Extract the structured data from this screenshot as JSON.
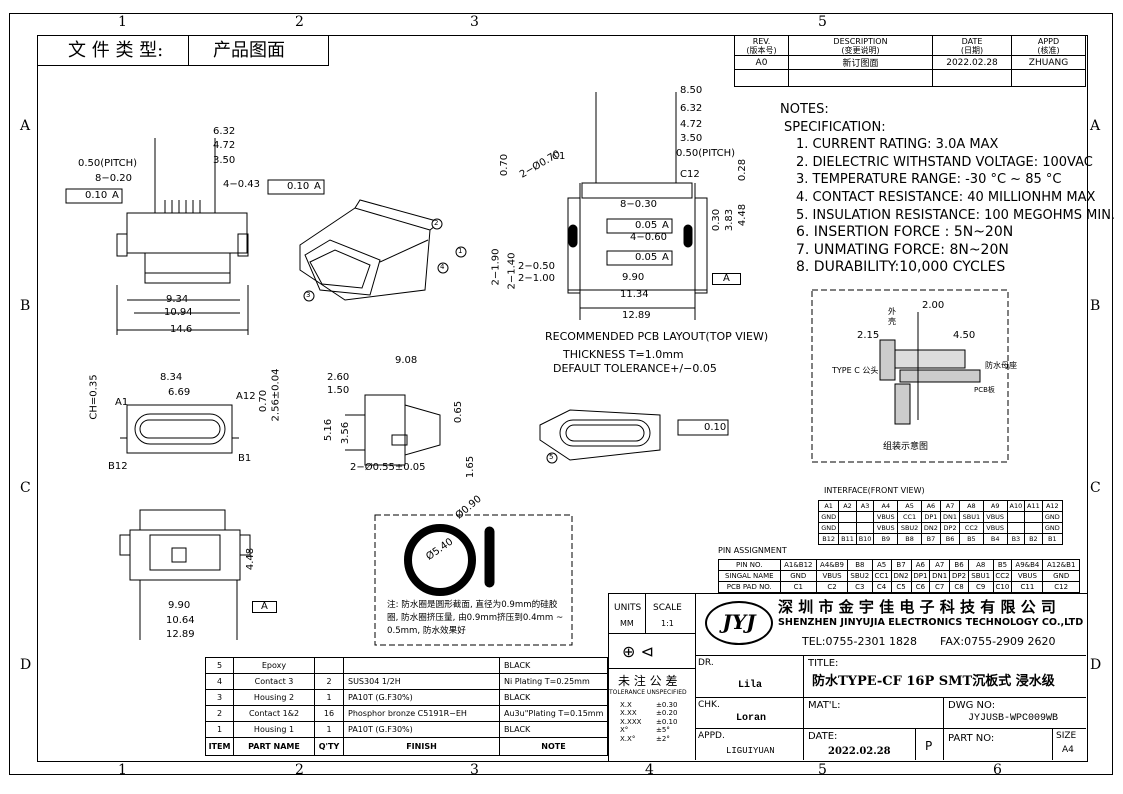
{
  "doc_type": {
    "label": "文 件 类 型:",
    "value": "产品图面"
  },
  "zones": {
    "cols": [
      "1",
      "2",
      "3",
      "4",
      "5",
      "6"
    ],
    "rows": [
      "A",
      "B",
      "C",
      "D"
    ]
  },
  "revision": {
    "headers": [
      "REV.\n(版本号)",
      "DESCRIPTION\n(变更说明)",
      "DATE\n(日期)",
      "APPD\n(核准)"
    ],
    "rows": [
      [
        "A0",
        "新订图面",
        "2022.02.28",
        "ZHUANG"
      ]
    ]
  },
  "notes": [
    "NOTES:",
    "SPECIFICATION:",
    "1. CURRENT RATING: 3.0A MAX",
    "2. DIELECTRIC WITHSTAND VOLTAGE: 100VAC",
    "3. TEMPERATURE RANGE: -30 °C ~ 85 °C",
    "4. CONTACT RESISTANCE: 40 MILLIONHM MAX",
    "5. INSULATION RESISTANCE: 100 MEGOHMS MIN.",
    "6. INSERTION FORCE : 5N~20N",
    "7. UNMATING FORCE: 8N~20N",
    "8. DURABILITY:10,000 CYCLES"
  ],
  "dims": {
    "top_left": [
      "6.32",
      "4.72",
      "3.50",
      "0.50(PITCH)",
      "8−0.20",
      "4−0.43",
      "0.10",
      "A",
      "0.10",
      "A",
      "9.34",
      "10.94",
      "14.6"
    ],
    "pcb": [
      "8.50",
      "6.32",
      "4.72",
      "3.50",
      "0.50(PITCH)",
      "C1",
      "C12",
      "2−Ø0.70",
      "0.70",
      "0.28",
      "8−0.30",
      "0.05",
      "A",
      "4−0.60",
      "0.05",
      "A",
      "0.30",
      "3.83",
      "4.48",
      "2−1.90",
      "2−1.40",
      "2−0.50",
      "2−1.00",
      "9.90",
      "11.34",
      "12.89",
      "A"
    ],
    "front": [
      "8.34",
      "6.69",
      "A1",
      "A12",
      "B12",
      "B1",
      "CH=0.35",
      "0.70",
      "2.56±0.04"
    ],
    "side": [
      "9.08",
      "2.60",
      "1.50",
      "0.65",
      "5.16",
      "3.56",
      "2−Ø0.55±0.05",
      "1.65"
    ],
    "bottom": [
      "4.48",
      "9.90",
      "10.64",
      "12.89",
      "A"
    ],
    "oring": [
      "Ø0.90",
      "Ø5.40"
    ],
    "flat": [
      "0.10"
    ]
  },
  "balloons": [
    "1",
    "2",
    "3",
    "4",
    "5"
  ],
  "pcb_title": "RECOMMENDED PCB LAYOUT(TOP VIEW)",
  "pcb_thickness": "THICKNESS T=1.0mm",
  "pcb_tolerance": "DEFAULT TOLERANCE+/−0.05",
  "oring_note": "注: 防水圈是圆形截面, 直径为0.9mm的硅胶圈, 防水圈挤压量, 由0.9mm挤压到0.4mm ~ 0.5mm, 防水效果好",
  "assembly": {
    "dims": [
      "2.00",
      "2.15",
      "4.50"
    ],
    "shell": "外\n壳",
    "type_c": "TYPE C 公头",
    "seat": "防水母座",
    "pcb": "PCB板",
    "caption": "组装示意图"
  },
  "interface": {
    "title": "INTERFACE(FRONT VIEW)",
    "rows": [
      [
        "A1",
        "A2",
        "A3",
        "A4",
        "A5",
        "A6",
        "A7",
        "A8",
        "A9",
        "A10",
        "A11",
        "A12"
      ],
      [
        "GND",
        "",
        "",
        "VBUS",
        "CC1",
        "DP1",
        "DN1",
        "SBU1",
        "VBUS",
        "",
        "",
        "GND"
      ],
      [
        "GND",
        "",
        "",
        "VBUS",
        "SBU2",
        "DN2",
        "DP2",
        "CC2",
        "VBUS",
        "",
        "",
        "GND"
      ],
      [
        "B12",
        "B11",
        "B10",
        "B9",
        "B8",
        "B7",
        "B6",
        "B5",
        "B4",
        "B3",
        "B2",
        "B1"
      ]
    ]
  },
  "pin_assignment": {
    "title": "PIN ASSIGNMENT",
    "rows": [
      [
        "PIN NO.",
        "A1&B12",
        "A4&B9",
        "B8",
        "A5",
        "B7",
        "A6",
        "A7",
        "B6",
        "A8",
        "B5",
        "A9&B4",
        "A12&B1"
      ],
      [
        "SINGAL NAME",
        "GND",
        "VBUS",
        "SBU2",
        "CC1",
        "DN2",
        "DP1",
        "DN1",
        "DP2",
        "SBU1",
        "CC2",
        "VBUS",
        "GND"
      ],
      [
        "PCB PAD NO.",
        "C1",
        "C2",
        "C3",
        "C4",
        "C5",
        "C6",
        "C7",
        "C8",
        "C9",
        "C10",
        "C11",
        "C12"
      ]
    ]
  },
  "bom": {
    "headers": [
      "ITEM",
      "PART  NAME",
      "Q'TY",
      "FINISH",
      "NOTE"
    ],
    "rows": [
      [
        "5",
        "Epoxy",
        "",
        "",
        "BLACK"
      ],
      [
        "4",
        "Contact 3",
        "2",
        "SUS304 1/2H",
        "Ni  Plating  T=0.25mm"
      ],
      [
        "3",
        "Housing 2",
        "1",
        "PA10T (G.F30%)",
        "BLACK"
      ],
      [
        "2",
        "Contact 1&2",
        "16",
        "Phosphor bronze C5191R−EH",
        "Au3u\"Plating  T=0.15mm"
      ],
      [
        "1",
        "Housing 1",
        "1",
        "PA10T (G.F30%)",
        "BLACK"
      ]
    ]
  },
  "title_block": {
    "units_label": "UNITS",
    "units_value": "MM",
    "scale_label": "SCALE",
    "scale_value": "1:1",
    "company_cn": "深 圳 市 金 宇 佳 电 子 科 技 有 限 公 司",
    "company_en": "SHENZHEN JINYUJIA ELECTRONICS TECHNOLOGY CO.,LTD",
    "tel": "TEL:0755-2301 1828",
    "fax": "FAX:0755-2909 2620",
    "tol_title": "未 注 公 差",
    "tol_sub": "TOLERANCE UNSPECIFIED",
    "tol_rows": [
      [
        "X.X",
        "±0.30"
      ],
      [
        "X.XX",
        "±0.20"
      ],
      [
        "X.XXX",
        "±0.10"
      ],
      [
        "X°",
        "±5°"
      ],
      [
        "X.X°",
        "±2°"
      ]
    ],
    "dr_label": "DR.",
    "dr_value": "Lila",
    "chk_label": "CHK.",
    "chk_value": "Loran",
    "appd_label": "APPD.",
    "appd_value": "LIGUIYUAN",
    "title_label": "TITLE:",
    "title_value": "防水TYPE-CF 16P SMT沉板式 浸水级",
    "mat_label": "MAT'L:",
    "dwg_label": "DWG NO:",
    "dwg_value": "JYJUSB-WPC009WB",
    "date_label": "DATE:",
    "date_value": "2022.02.28",
    "p_label": "P",
    "part_label": "PART  NO:",
    "size_label": "SIZE",
    "size_value": "A4",
    "logo": "JYJ"
  }
}
